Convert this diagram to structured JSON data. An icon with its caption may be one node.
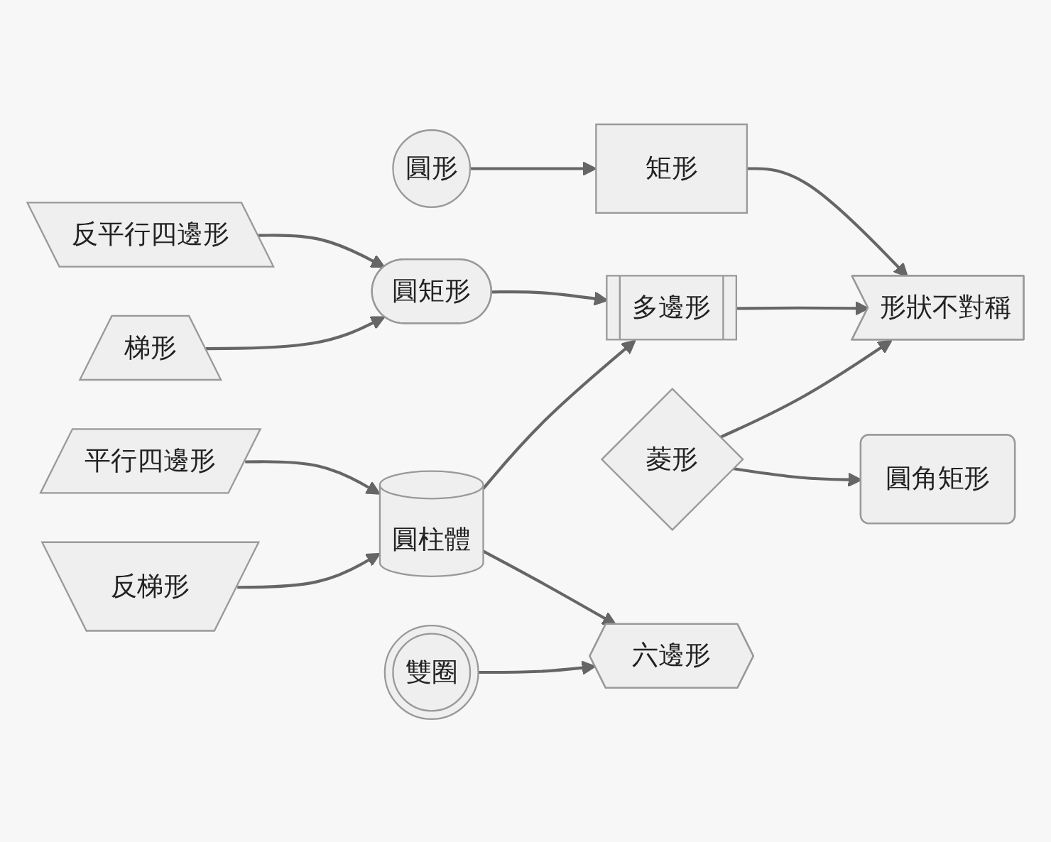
{
  "diagram": {
    "nodes": [
      {
        "text": [
          "圓形"
        ]
      },
      {
        "text": [
          "矩形"
        ]
      },
      {
        "text": [
          "反平行四邊形"
        ]
      },
      {
        "text": [
          "圓矩形"
        ]
      },
      {
        "text": [
          "多邊形"
        ]
      },
      {
        "text": [
          "形狀不對稱"
        ]
      },
      {
        "text": [
          "梯形"
        ]
      },
      {
        "text": [
          "菱形"
        ]
      },
      {
        "text": [
          "平行四邊形"
        ]
      },
      {
        "text": [
          "圓柱體"
        ]
      },
      {
        "text": [
          "圓角矩形"
        ]
      },
      {
        "text": [
          "反梯形"
        ]
      },
      {
        "text": [
          "雙圈"
        ]
      },
      {
        "text": [
          "六邊形"
        ]
      }
    ],
    "edges": [
      {
        "from": 0,
        "to": 1,
        "arrow": "to"
      },
      {
        "from": 1,
        "to": 5,
        "arrow": "to"
      },
      {
        "from": 2,
        "to": 3,
        "arrow": "to"
      },
      {
        "from": 6,
        "to": 3,
        "arrow": "to"
      },
      {
        "from": 3,
        "to": 4,
        "arrow": "to"
      },
      {
        "from": 4,
        "to": 5,
        "arrow": "to"
      },
      {
        "from": 7,
        "to": 5,
        "arrow": "to"
      },
      {
        "from": 7,
        "to": 10,
        "arrow": "to"
      },
      {
        "from": 8,
        "to": 9,
        "arrow": "to"
      },
      {
        "from": 11,
        "to": 9,
        "arrow": "to"
      },
      {
        "from": 9,
        "to": 4,
        "arrow": "to"
      },
      {
        "from": 9,
        "to": 13,
        "arrow": "to"
      },
      {
        "from": 12,
        "to": 13,
        "arrow": "to"
      }
    ]
  }
}
